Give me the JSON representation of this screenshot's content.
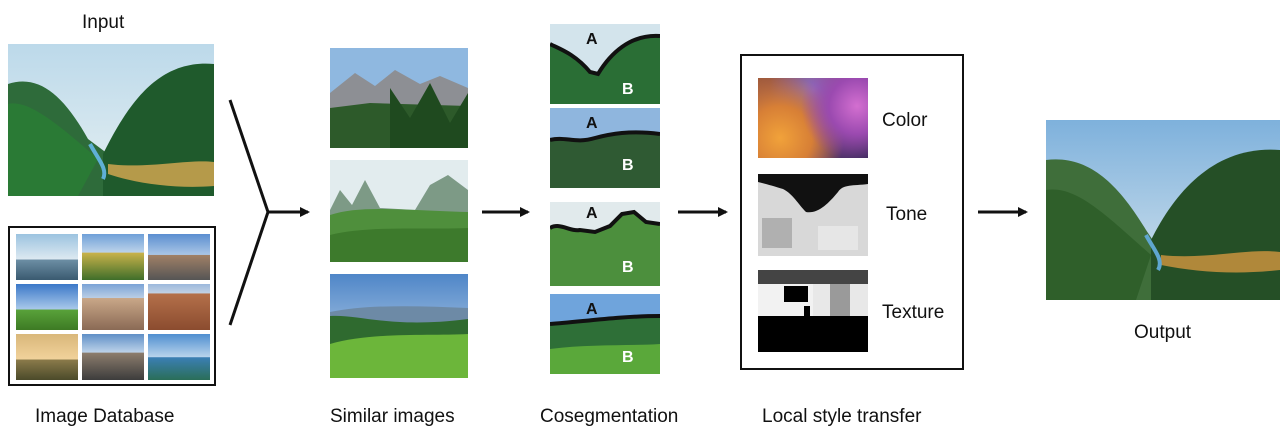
{
  "labels": {
    "input": "Input",
    "image_database": "Image Database",
    "similar_images": "Similar images",
    "cosegmentation": "Cosegmentation",
    "local_style_transfer": "Local style transfer",
    "output": "Output"
  },
  "style_components": {
    "color": "Color",
    "tone": "Tone",
    "texture": "Texture"
  },
  "segment_labels": {
    "a": "A",
    "b": "B"
  }
}
